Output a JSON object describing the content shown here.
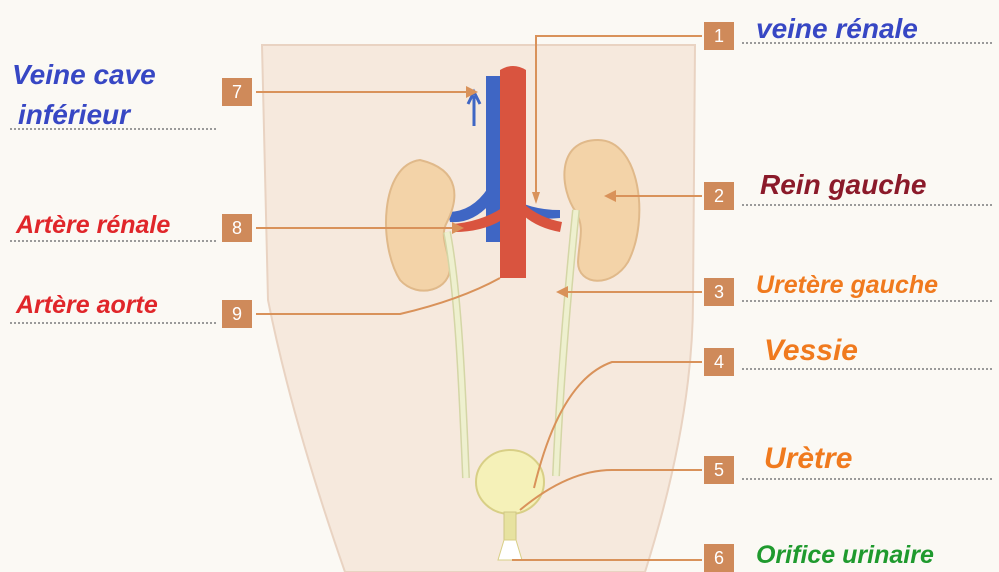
{
  "labels": {
    "veine_renale": {
      "number": "1",
      "text": "veine rénale",
      "color": "#3747c4"
    },
    "rein_gauche": {
      "number": "2",
      "text": "Rein gauche",
      "color": "#8b1a2a"
    },
    "uretere_gauche": {
      "number": "3",
      "text": "Uretère gauche",
      "color": "#f07a1e"
    },
    "vessie": {
      "number": "4",
      "text": "Vessie",
      "color": "#f07a1e"
    },
    "uretre": {
      "number": "5",
      "text": "Urètre",
      "color": "#f07a1e"
    },
    "orifice_urinaire": {
      "number": "6",
      "text": "Orifice urinaire",
      "color": "#1f9a2e"
    },
    "veine_cave": {
      "number": "7",
      "text_line1": "Veine cave",
      "text_line2": "inférieur",
      "color": "#3747c4"
    },
    "artere_renale": {
      "number": "8",
      "text": "Artère rénale",
      "color": "#e0262a"
    },
    "artere_aorte": {
      "number": "9",
      "text": "Artère aorte",
      "color": "#e0262a"
    }
  },
  "colors": {
    "artery": "#d9543f",
    "vein": "#3f66c4",
    "kidney": "#f3d3a8",
    "ureter": "#eef0cf",
    "bladder": "#f5f1b8",
    "leader_line": "#d9925a",
    "number_box": "#cf8a5a"
  }
}
